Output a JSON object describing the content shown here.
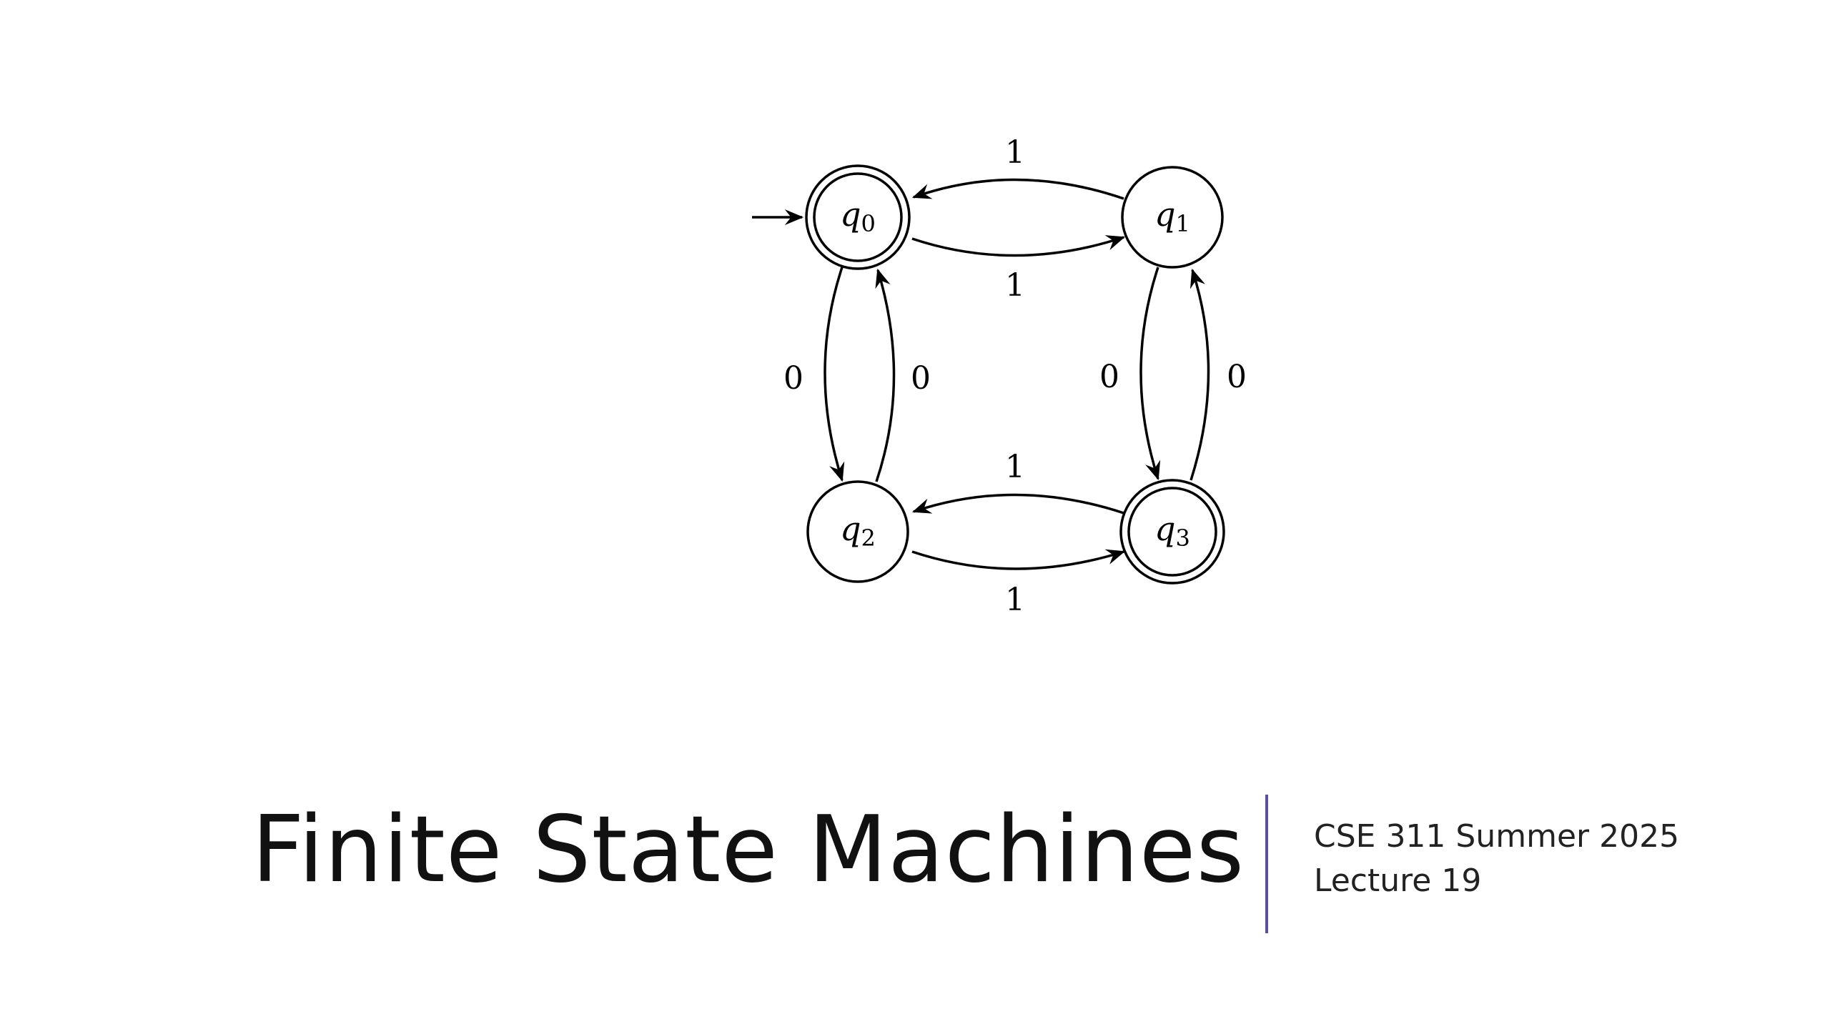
{
  "slide": {
    "title": "Finite State Machines",
    "course": "CSE 311 Summer 2025",
    "lecture": "Lecture 19",
    "divider_color": "#5b4fa3"
  },
  "diagram": {
    "states": [
      {
        "id": "q0",
        "base": "q",
        "sub": "0",
        "accepting": true,
        "start": true
      },
      {
        "id": "q1",
        "base": "q",
        "sub": "1",
        "accepting": false,
        "start": false
      },
      {
        "id": "q2",
        "base": "q",
        "sub": "2",
        "accepting": false,
        "start": false
      },
      {
        "id": "q3",
        "base": "q",
        "sub": "3",
        "accepting": true,
        "start": false
      }
    ],
    "transitions": [
      {
        "from": "q1",
        "to": "q0",
        "symbol": "1"
      },
      {
        "from": "q0",
        "to": "q1",
        "symbol": "1"
      },
      {
        "from": "q0",
        "to": "q2",
        "symbol": "0"
      },
      {
        "from": "q2",
        "to": "q0",
        "symbol": "0"
      },
      {
        "from": "q1",
        "to": "q3",
        "symbol": "0"
      },
      {
        "from": "q3",
        "to": "q1",
        "symbol": "0"
      },
      {
        "from": "q3",
        "to": "q2",
        "symbol": "1"
      },
      {
        "from": "q2",
        "to": "q3",
        "symbol": "1"
      }
    ]
  }
}
